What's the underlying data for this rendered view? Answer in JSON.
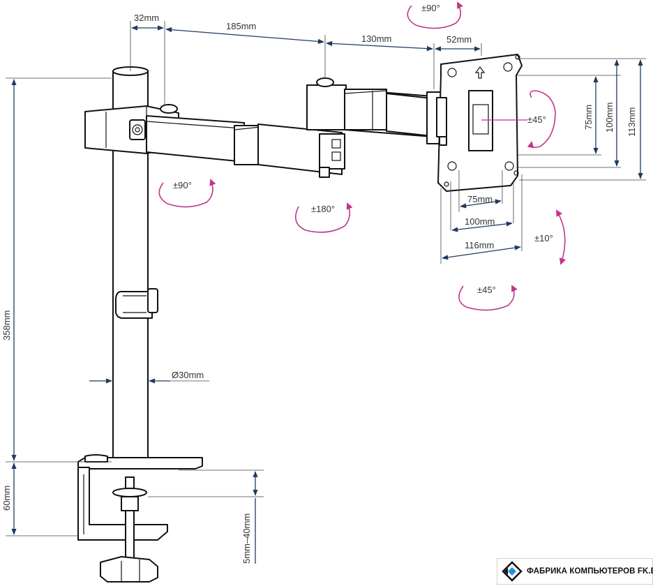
{
  "dimensions": {
    "pole_top_width": "32mm",
    "arm_first_segment": "185mm",
    "arm_second_segment": "130mm",
    "head_offset": "52mm",
    "pole_height": "358mm",
    "pole_diameter": "Ø30mm",
    "clamp_height": "60mm",
    "clamp_range": "5mm–40mm",
    "vesa_h_75": "75mm",
    "vesa_h_100": "100mm",
    "plate_width": "116mm",
    "vesa_v_75": "75mm",
    "vesa_v_100": "100mm",
    "plate_height": "113mm"
  },
  "rotations": {
    "top_swivel": "±90°",
    "arm_swivel": "±90°",
    "elbow_swivel": "±180°",
    "plate_rotate": "±45°",
    "tilt": "±10°",
    "pan": "±45°"
  },
  "colors": {
    "dimension_line": "#1f3a5f",
    "rotation_arrow": "#c0358a",
    "part_outline": "#111111"
  },
  "logo": {
    "text": "ФАБРИКА КОМПЬЮТЕРОВ FK.BY",
    "icon": "diamond-logo-icon"
  }
}
